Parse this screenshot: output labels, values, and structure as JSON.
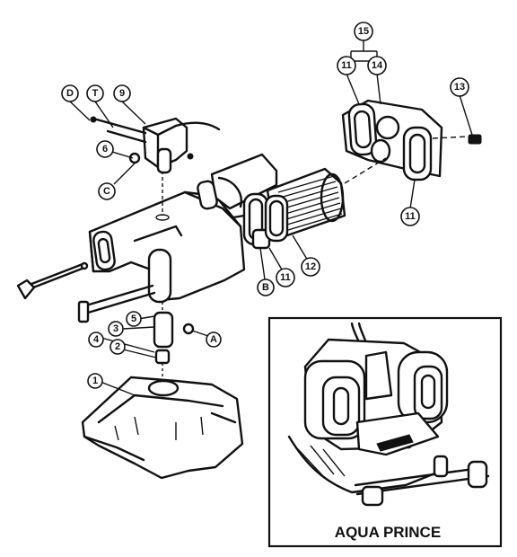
{
  "callouts": {
    "D": "D",
    "T": "T",
    "9": "9",
    "6": "6",
    "C": "C",
    "15": "15",
    "11": "11",
    "14": "14",
    "13": "13",
    "B": "B",
    "12": "12",
    "3": "3",
    "5": "5",
    "4": "4",
    "2": "2",
    "A": "A",
    "1": "1"
  },
  "inset": {
    "title": "AQUA PRINCE"
  }
}
